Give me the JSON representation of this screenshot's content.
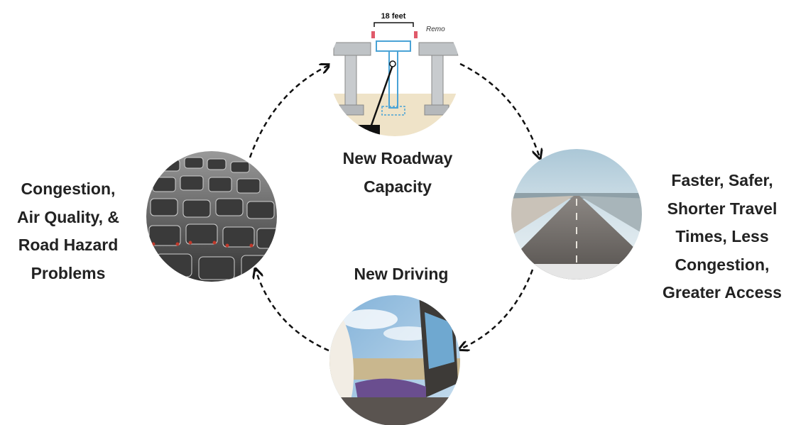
{
  "nodes": {
    "top": {
      "label_lines": [
        "New Roadway",
        "Capacity"
      ],
      "image_text": {
        "dimension": "18 feet",
        "callout": "Remo"
      }
    },
    "right": {
      "label_lines": [
        "Faster, Safer,",
        "Shorter Travel",
        "Times, Less",
        "Congestion,",
        "Greater Access"
      ]
    },
    "bottom": {
      "label_lines": [
        "New Driving"
      ]
    },
    "left": {
      "label_lines": [
        "Congestion,",
        "Air Quality, &",
        "Road Hazard",
        "Problems"
      ]
    }
  },
  "arrows": {
    "style": "dashed",
    "direction": "clockwise",
    "color": "#111111"
  }
}
